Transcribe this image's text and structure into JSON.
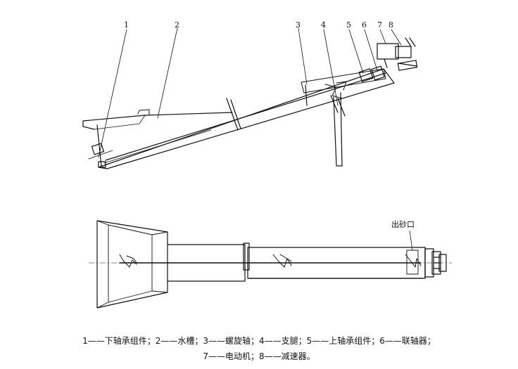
{
  "labels": {
    "n1": "1",
    "n2": "2",
    "n3": "3",
    "n4": "4",
    "n5": "5",
    "n6": "6",
    "n7": "7",
    "n8": "8"
  },
  "outlet_label": "出砂口",
  "caption": {
    "line1": "1——下轴承组件；2——水槽；3——螺旋轴；4——支腿；5——上轴承组件；6——联轴器；",
    "line2": "7——电动机；8——减速器。"
  }
}
